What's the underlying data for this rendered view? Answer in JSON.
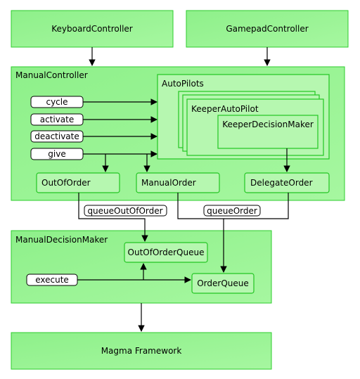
{
  "containers": {
    "keyboard": "KeyboardController",
    "gamepad": "GamepadController",
    "manual_controller": "ManualController",
    "autopilots": "AutoPilots",
    "keeper_autopilot": "KeeperAutoPilot",
    "keeper_decision_maker": "KeeperDecisionMaker",
    "manual_decision_maker": "ManualDecisionMaker",
    "magma": "Magma Framework"
  },
  "boxes": {
    "out_of_order": "OutOfOrder",
    "manual_order": "ManualOrder",
    "delegate_order": "DelegateOrder",
    "out_of_order_queue": "OutOfOrderQueue",
    "order_queue": "OrderQueue"
  },
  "methods": {
    "cycle": "cycle",
    "activate": "activate",
    "deactivate": "deactivate",
    "give": "give",
    "execute": "execute"
  },
  "edge_labels": {
    "queue_out_of_order": "queueOutOfOrder",
    "queue_order": "queueOrder"
  }
}
